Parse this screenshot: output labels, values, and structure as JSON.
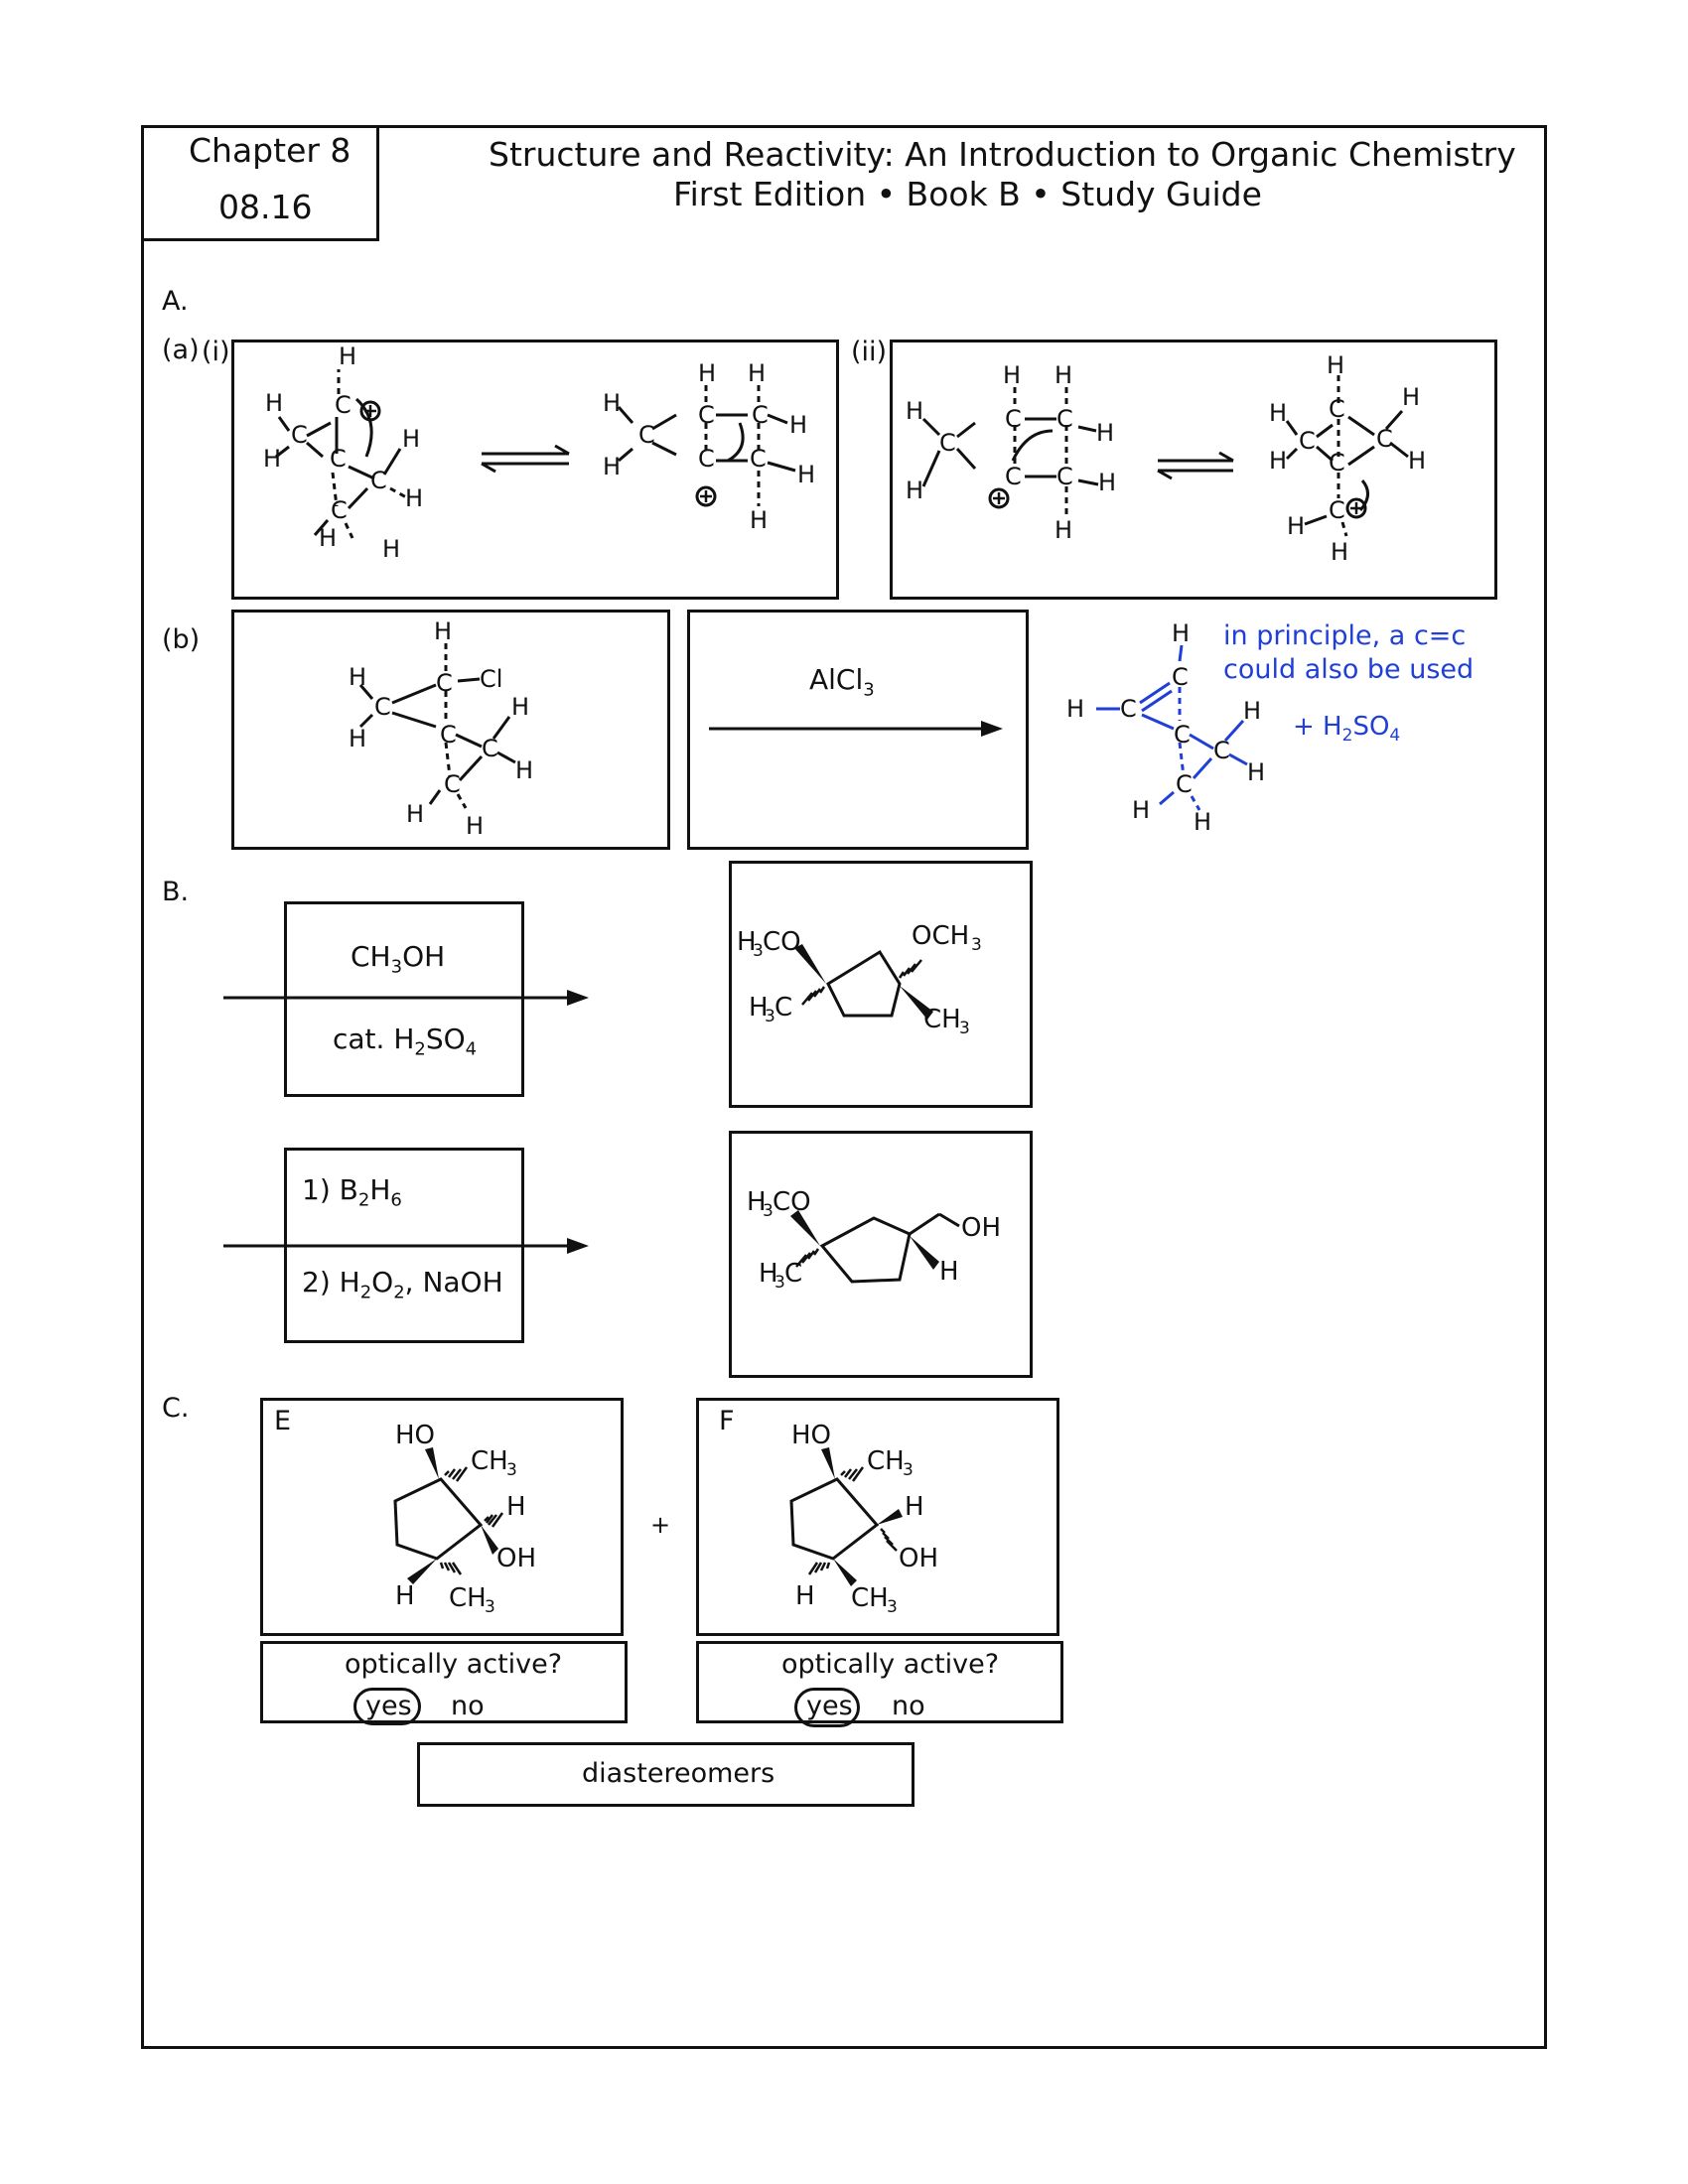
{
  "header": {
    "chapter": "Chapter 8",
    "page_number": "08.16",
    "title_line1": "Structure and Reactivity: An Introduction to Organic Chemistry",
    "title_line2": "First Edition • Book B • Study Guide"
  },
  "sections": {
    "A": "A.",
    "a": "(a)",
    "i": "(i)",
    "ii": "(ii)",
    "b": "(b)",
    "B": "B.",
    "C": "C."
  },
  "part_b": {
    "reagent": "AlCl",
    "reagent_sub": "3",
    "note_line1": "in principle, a c=c",
    "note_line2": "could also be used",
    "plus_acid": "+ H",
    "plus_acid_sub1": "2",
    "plus_acid_mid": "SO",
    "plus_acid_sub2": "4"
  },
  "reaction1": {
    "reagent_top": "CH",
    "reagent_top_sub": "3",
    "reagent_top_end": "OH",
    "reagent_bottom": "cat. H",
    "reagent_bottom_sub1": "2",
    "reagent_bottom_mid": "SO",
    "reagent_bottom_sub2": "4"
  },
  "reaction2": {
    "step1": "1) B",
    "step1_sub1": "2",
    "step1_mid": "H",
    "step1_sub2": "6",
    "step2": "2) H",
    "step2_sub1": "2",
    "step2_mid": "O",
    "step2_sub2": "2",
    "step2_end": ", NaOH"
  },
  "part_c": {
    "E_label": "E",
    "F_label": "F",
    "plus": "+",
    "question": "optically active?",
    "yes": "yes",
    "no": "no",
    "relationship": "diastereomers"
  }
}
